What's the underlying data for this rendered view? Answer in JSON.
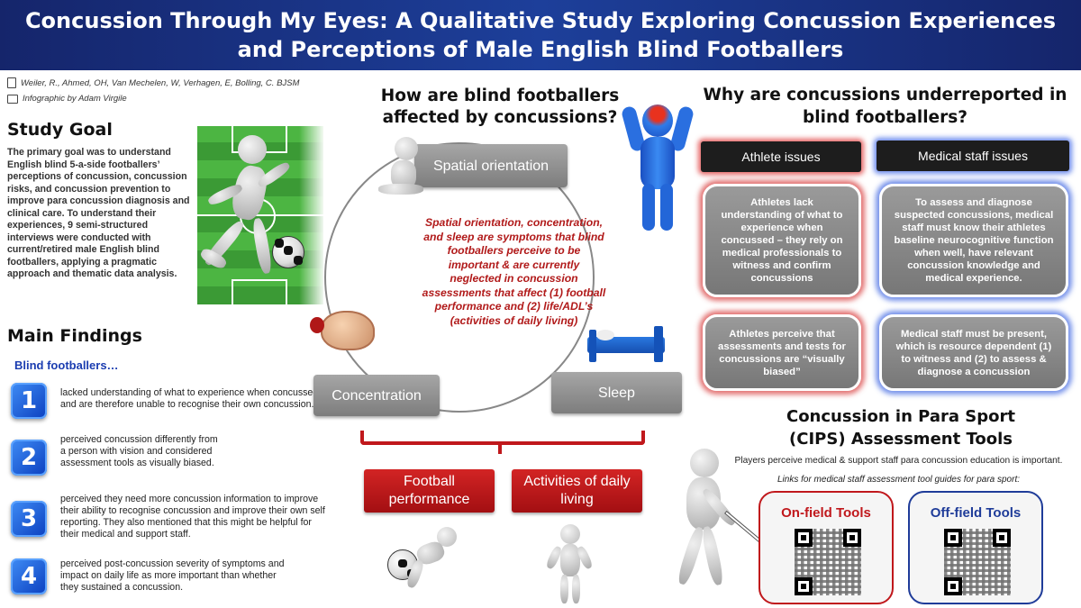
{
  "header": {
    "title_line1": "Concussion Through My Eyes: A Qualitative Study Exploring Concussion Experiences",
    "title_line2": "and Perceptions of Male English Blind Footballers"
  },
  "citation": {
    "authors": "Weiler, R., Ahmed, OH, Van Mechelen, W, Verhagen, E, Bolling, C. BJSM",
    "infographic": "Infographic by Adam Virgile"
  },
  "study_goal": {
    "heading": "Study Goal",
    "text": "The primary goal was to understand English blind 5-a-side footballers’ perceptions of concussion, concussion risks, and concussion prevention to improve para concussion diagnosis and clinical care. To understand their experiences, 9 semi-structured interviews were conducted with current/retired male English blind footballers, applying a pragmatic approach and thematic data analysis."
  },
  "main_findings": {
    "heading": "Main Findings",
    "subheading": "Blind footballers…",
    "items": [
      {
        "number": "1",
        "text": "lacked understanding of what to experience when concussed and are therefore unable to recognise their own concussion."
      },
      {
        "number": "2",
        "text": "perceived concussion differently from a person with vision and considered assessment tools as visually biased."
      },
      {
        "number": "3",
        "text": "perceived they need more concussion information to improve their ability to recognise concussion and improve their own self reporting. They also mentioned that this might be helpful for their medical and support staff."
      },
      {
        "number": "4",
        "text": "perceived post-concussion severity of symptoms and impact on daily life as more important than whether they sustained a concussion."
      }
    ]
  },
  "affected": {
    "title_line1": "How are blind footballers",
    "title_line2": "affected by concussions?",
    "spatial": "Spatial orientation",
    "concentration": "Concentration",
    "sleep": "Sleep",
    "center_text": "Spatial orientation, concentration, and sleep are symptoms that blind footballers perceive to be important & are currently neglected in concussion assessments that affect (1) football performance and (2) life/ADL’s (activities of daily living)",
    "football_performance": "Football performance",
    "daily_living": "Activities of daily living"
  },
  "underreported": {
    "title_line1": "Why are concussions underreported in",
    "title_line2": "blind footballers?",
    "athlete_tag": "Athlete issues",
    "medical_tag": "Medical staff issues",
    "athlete_1": "Athletes lack understanding of what to experience when concussed – they rely on medical professionals to witness and confirm concussions",
    "medical_1": "To assess and diagnose suspected concussions, medical staff must know their athletes baseline neurocognitive function when well, have relevant concussion knowledge and medical experience.",
    "athlete_2": "Athletes perceive that assessments and tests for concussions are “visually biased”",
    "medical_2": "Medical staff must be present, which is resource dependent (1) to witness and (2) to assess & diagnose a concussion"
  },
  "cips": {
    "title_line1": "Concussion in Para Sport",
    "title_line2": "(CIPS) Assessment Tools",
    "line": "Players perceive medical & support staff para concussion education is important.",
    "links": "Links for medical staff assessment tool guides for para sport:",
    "on_field": "On-field Tools",
    "off_field": "Off-field Tools"
  },
  "colors": {
    "header_blue": "#1d3f9a",
    "accent_red": "#c0181c",
    "accent_blue": "#1f3c99",
    "box_grey": "#8c8c8c"
  }
}
